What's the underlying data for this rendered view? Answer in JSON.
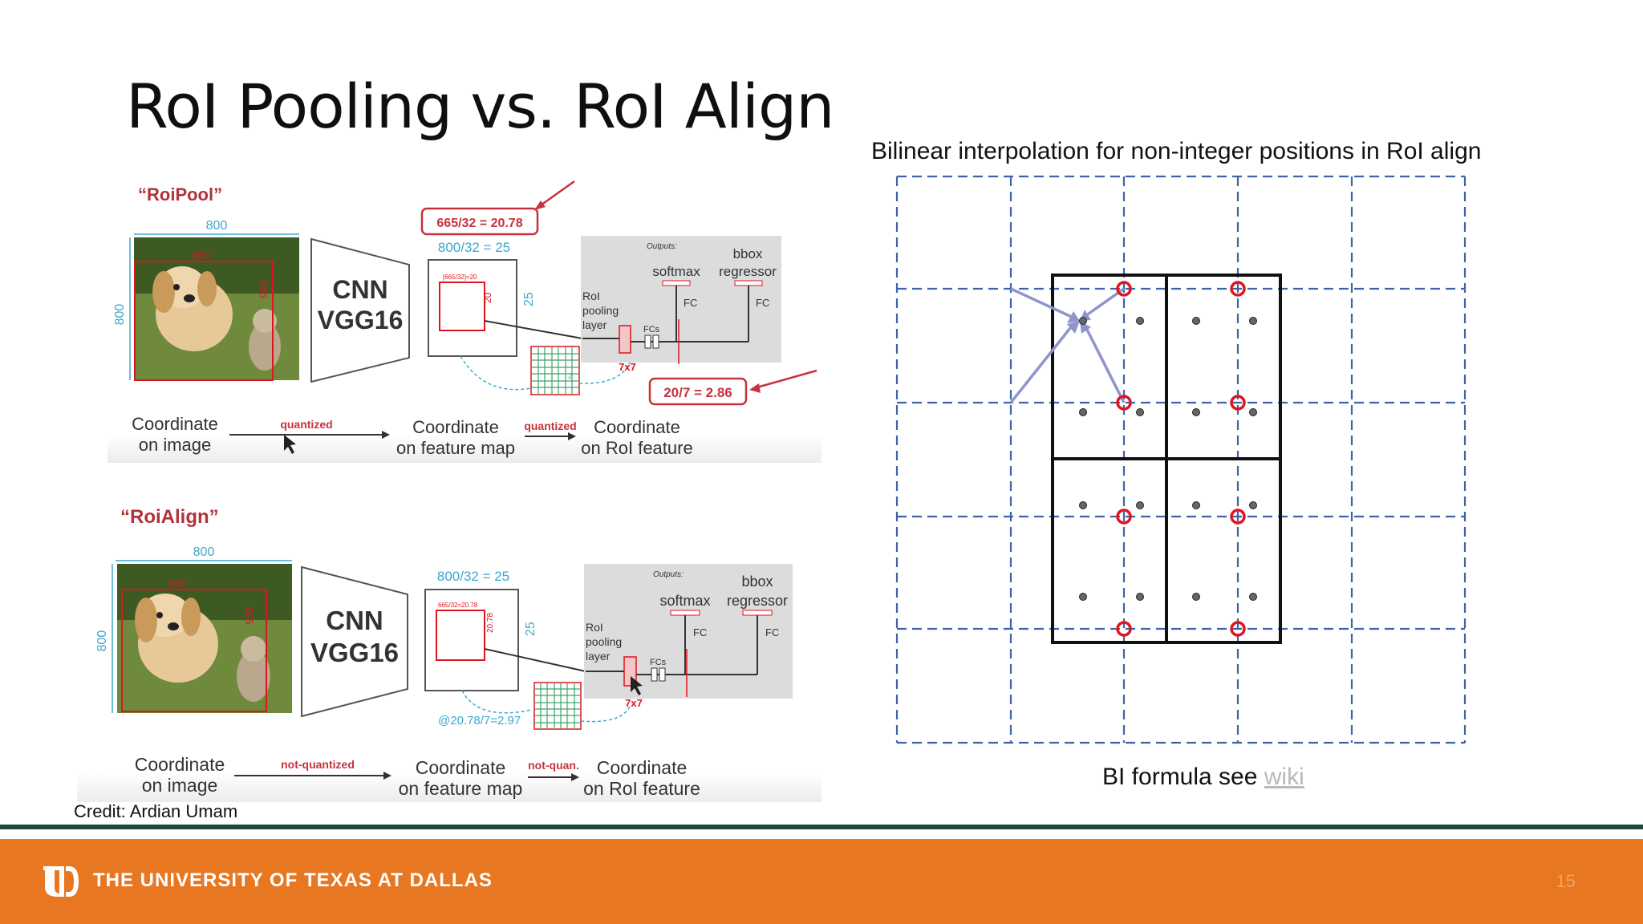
{
  "slide": {
    "title": "RoI Pooling vs. RoI Align",
    "credit": "Credit: Ardian Umam",
    "page_number": "15"
  },
  "roipool": {
    "heading": "“RoiPool”",
    "img_width_label": "800",
    "img_height_label": "800",
    "roi_width_label": "665",
    "roi_height_label": "665",
    "cnn_line1": "CNN",
    "cnn_line2": "VGG16",
    "fm_size_label": "800/32 = 25",
    "fm_height_label": "25",
    "roi_fm_label": "[665/32]=20",
    "roi_fm_side": "20",
    "callout_top": "665/32 = 20.78",
    "callout_bottom": "20/7 = 2.86",
    "grid_side": "2",
    "grid_size": "7x7",
    "roi_pool_layer_1": "RoI",
    "roi_pool_layer_2": "pooling",
    "roi_pool_layer_3": "layer",
    "fcs": "FCs",
    "outputs": "Outputs:",
    "softmax": "softmax",
    "bbox_1": "bbox",
    "bbox_2": "regressor",
    "fc": "FC",
    "flow_coord_image_1": "Coordinate",
    "flow_coord_image_2": "on image",
    "flow_arrow_1": "quantized",
    "flow_coord_fm_1": "Coordinate",
    "flow_coord_fm_2": "on feature map",
    "flow_arrow_2": "quantized",
    "flow_coord_roi_1": "Coordinate",
    "flow_coord_roi_2": "on RoI feature"
  },
  "roialign": {
    "heading": "“RoiAlign”",
    "img_width_label": "800",
    "img_height_label": "800",
    "roi_width_label": "665",
    "roi_height_label": "665",
    "cnn_line1": "CNN",
    "cnn_line2": "VGG16",
    "fm_size_label": "800/32 = 25",
    "fm_height_label": "25",
    "roi_fm_label": "665/32=20.78",
    "roi_fm_side": "20.78",
    "grid_note": "@20.78/7=2.97",
    "grid_size": "7x7",
    "roi_pool_layer_1": "RoI",
    "roi_pool_layer_2": "pooling",
    "roi_pool_layer_3": "layer",
    "fcs": "FCs",
    "outputs": "Outputs:",
    "softmax": "softmax",
    "bbox_1": "bbox",
    "bbox_2": "regressor",
    "fc": "FC",
    "flow_coord_image_1": "Coordinate",
    "flow_coord_image_2": "on image",
    "flow_arrow_1": "not-quantized",
    "flow_coord_fm_1": "Coordinate",
    "flow_coord_fm_2": "on feature map",
    "flow_arrow_2": "not-quan.",
    "flow_coord_roi_1": "Coordinate",
    "flow_coord_roi_2": "on RoI feature"
  },
  "bilinear": {
    "caption": "Bilinear interpolation for non-integer positions in RoI align",
    "formula_prefix": "BI formula see ",
    "formula_link": "wiki"
  },
  "footer": {
    "university": "THE UNIVERSITY OF TEXAS AT DALLAS"
  },
  "colors": {
    "orange": "#e87722",
    "green": "#1e4a3c",
    "grid_blue": "#3f63a6",
    "sample_red": "#e0141e",
    "arrow_purple": "#8f95cc",
    "annot_red": "#c8323c",
    "annot_cyan": "#3aa8d0"
  }
}
